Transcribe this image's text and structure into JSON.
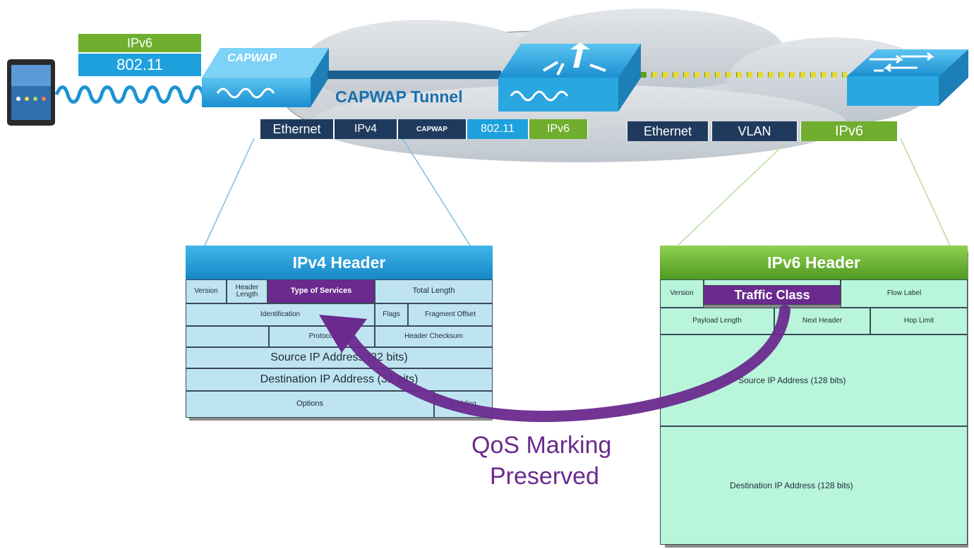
{
  "client_frame": {
    "top_label": "IPv6",
    "bottom_label": "802.11"
  },
  "access_point": {
    "label": "CAPWAP"
  },
  "tunnel_label": "CAPWAP Tunnel",
  "tunnel_frame": [
    "Ethernet",
    "IPv4",
    "CAPWAP",
    "802.11",
    "IPv6"
  ],
  "wired_frame": [
    "Ethernet",
    "VLAN",
    "IPv6"
  ],
  "ipv4_header": {
    "title": "IPv4 Header",
    "fields": {
      "version": "Version",
      "header_length": "Header Length",
      "type_of_services": "Type of Services",
      "total_length": "Total Length",
      "identification": "Identification",
      "flags": "Flags",
      "fragment_offset": "Fragment Offset",
      "protocol": "Protocol",
      "header_checksum": "Header Checksum",
      "source": "Source IP Address (32 bits)",
      "destination": "Destination IP Address (32 bits)",
      "options": "Options",
      "padding": "Padding"
    }
  },
  "ipv6_header": {
    "title": "IPv6 Header",
    "fields": {
      "version": "Version",
      "traffic_class": "Traffic Class",
      "flow_label": "Flow Label",
      "payload_length": "Payload Length",
      "next_header": "Next Header",
      "hop_limit": "Hop Limit",
      "source": "Source IP Address (128 bits)",
      "destination": "Destination IP Address (128 bits)"
    }
  },
  "annotation": {
    "line1": "QoS Marking",
    "line2": "Preserved"
  },
  "colors": {
    "ipv4_fill": "#bfe4f1",
    "ipv6_fill": "#b8f5da",
    "ipv4_title": "#1f9fd8",
    "ipv6_title": "#6ab23a",
    "qos_purple": "#6a2a8e",
    "navy": "#1f3a5c",
    "device_blue": "#2aa7e0"
  }
}
